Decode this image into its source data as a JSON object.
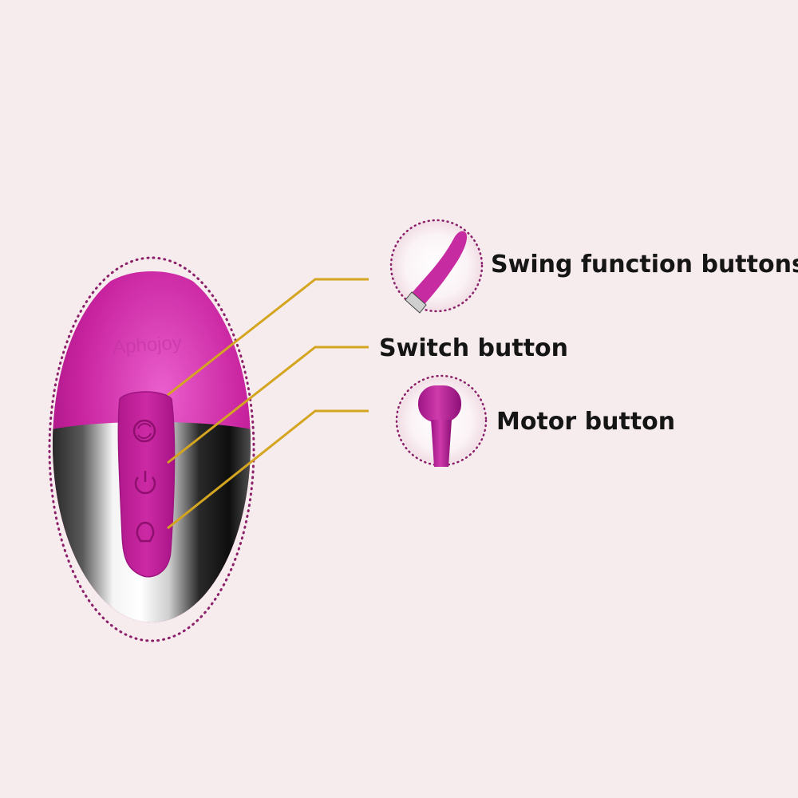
{
  "labels": {
    "swing": "Swing function buttons",
    "switch": "Switch button",
    "motor": "Motor button"
  },
  "device": {
    "brand": "Aphojoy"
  },
  "icons": [
    "cycle-icon",
    "power-icon",
    "motor-icon"
  ],
  "colors": {
    "background": "#f6eced",
    "product_magenta": "#c4219b",
    "product_highlight": "#e55cc6",
    "leader_line": "#d4a520",
    "dotted_outline": "#8c1f6a",
    "label_text": "#151515"
  }
}
